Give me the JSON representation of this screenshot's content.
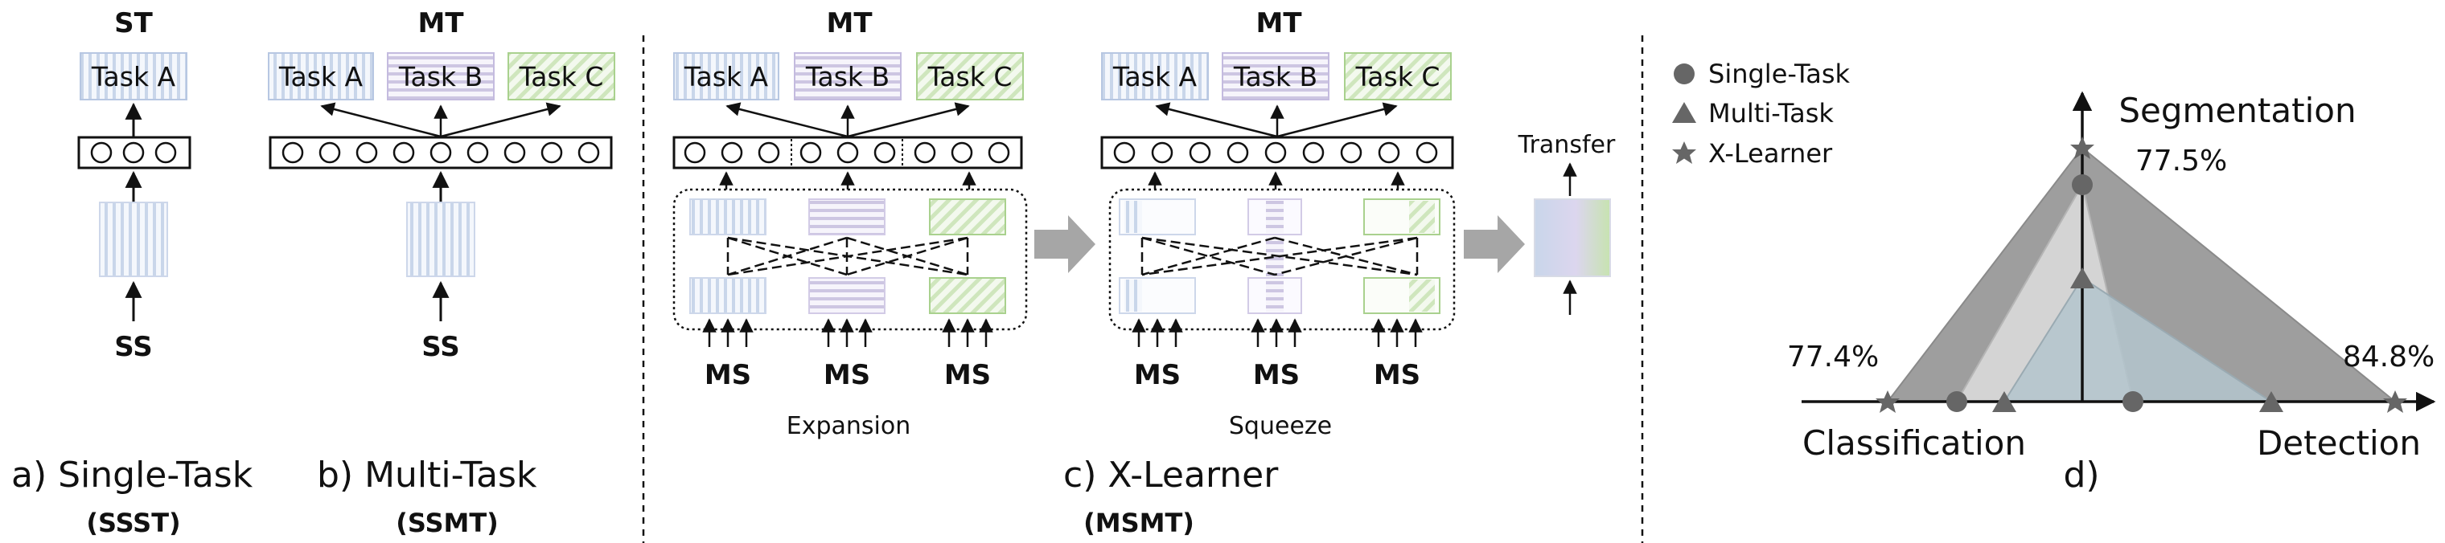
{
  "panel_a": {
    "header": "ST",
    "task": "Task A",
    "input": "SS",
    "caption": "a) Single-Task",
    "sub": "(SSST)"
  },
  "panel_b": {
    "header": "MT",
    "tasks": [
      "Task A",
      "Task B",
      "Task C"
    ],
    "input": "SS",
    "caption": "b) Multi-Task",
    "sub": "(SSMT)"
  },
  "panel_c": {
    "expansion": {
      "header": "MT",
      "tasks": [
        "Task A",
        "Task B",
        "Task C"
      ],
      "inputs": [
        "MS",
        "MS",
        "MS"
      ],
      "label": "Expansion"
    },
    "squeeze": {
      "header": "MT",
      "tasks": [
        "Task A",
        "Task B",
        "Task C"
      ],
      "inputs": [
        "MS",
        "MS",
        "MS"
      ],
      "label": "Squeeze"
    },
    "transfer": "Transfer",
    "caption": "c) X-Learner",
    "sub": "(MSMT)"
  },
  "panel_d": {
    "legend": [
      {
        "marker": "circle",
        "label": "Single-Task"
      },
      {
        "marker": "triangle",
        "label": "Multi-Task"
      },
      {
        "marker": "star",
        "label": "X-Learner"
      }
    ],
    "axes": {
      "top": "Segmentation",
      "left": "Classification",
      "right": "Detection"
    },
    "values": {
      "segmentation": "77.5%",
      "classification": "77.4%",
      "detection": "84.8%"
    },
    "caption": "d)"
  },
  "colors": {
    "blue": "#c9d6ea",
    "purple": "#cdc6e2",
    "green": "#a9d18e",
    "arrow": "#a6a6a6"
  }
}
